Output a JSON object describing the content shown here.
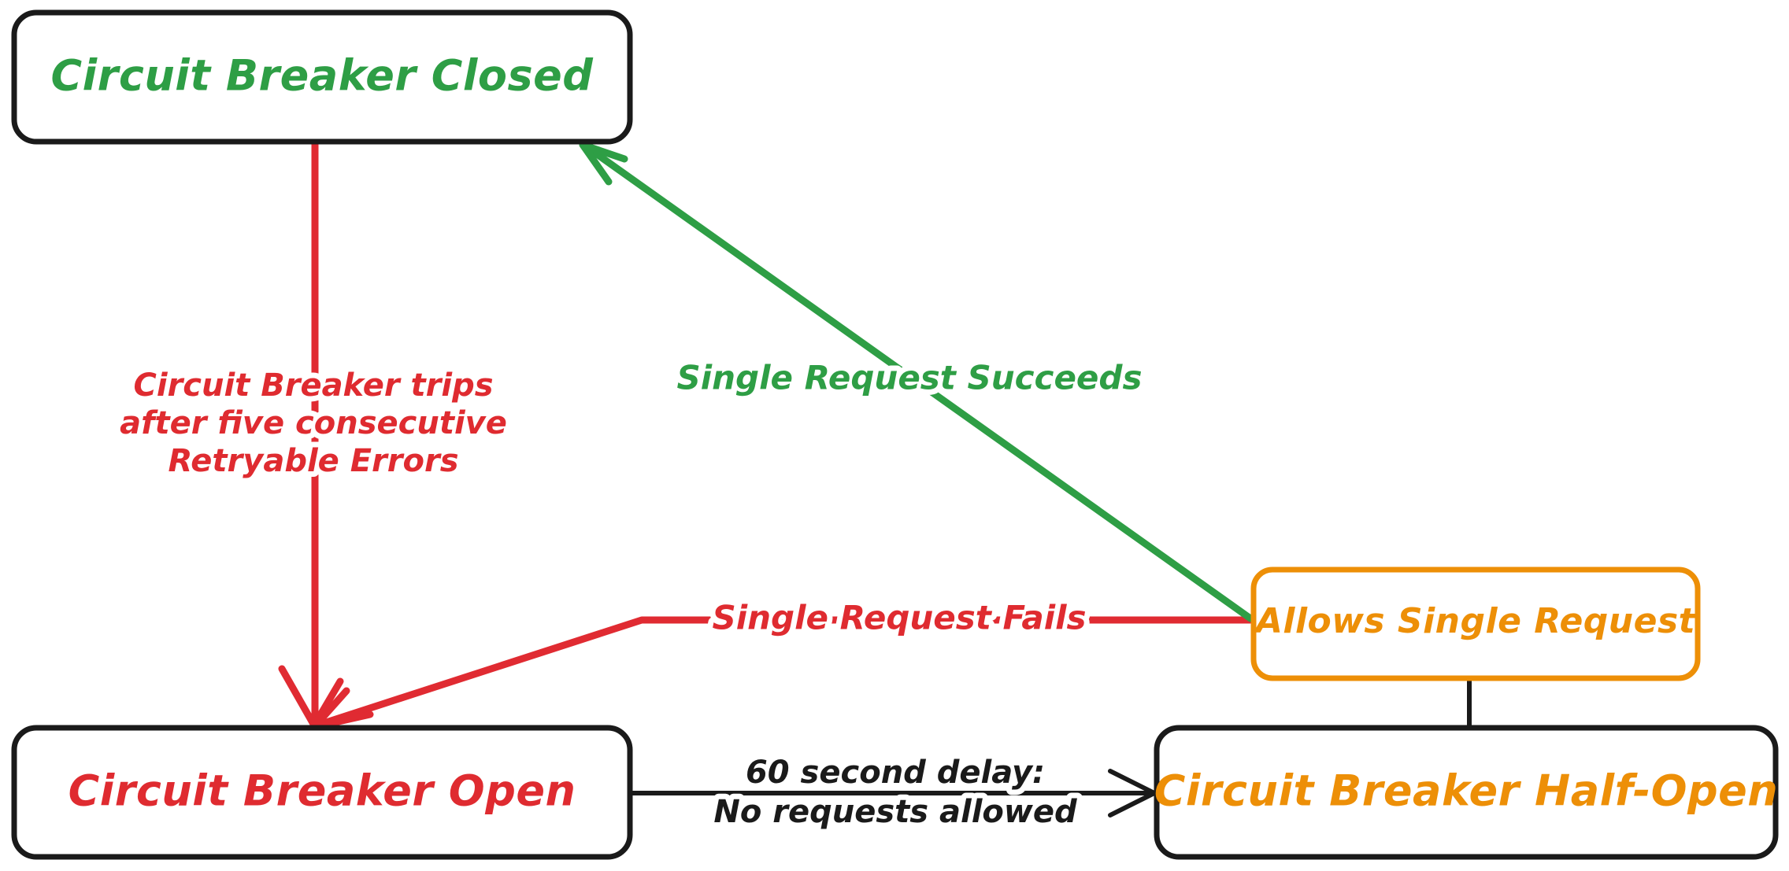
{
  "diagram": {
    "type": "state-diagram",
    "title": "Circuit Breaker State Diagram",
    "background_color": "#ffffff",
    "colors": {
      "green": "#2E9E45",
      "red": "#DF2B30",
      "orange": "#ED8F07",
      "black": "#1a1a1a",
      "node_fill": "#ffffff"
    },
    "nodes": [
      {
        "id": "closed",
        "label": "Circuit Breaker Closed",
        "text_color": "#2E9E45",
        "border_color": "#1a1a1a"
      },
      {
        "id": "open",
        "label": "Circuit Breaker Open",
        "text_color": "#DF2B30",
        "border_color": "#1a1a1a"
      },
      {
        "id": "half_open",
        "label": "Circuit Breaker Half-Open",
        "text_color": "#ED8F07",
        "border_color": "#1a1a1a"
      },
      {
        "id": "allows_single_request",
        "label": "Allows Single Request",
        "text_color": "#ED8F07",
        "border_color": "#ED8F07"
      }
    ],
    "edges": [
      {
        "id": "closed-to-open",
        "from": "closed",
        "to": "open",
        "color": "#E02B32",
        "label_lines": [
          "Circuit Breaker trips",
          "after five consecutive",
          "Retryable Errors"
        ]
      },
      {
        "id": "allows-to-closed",
        "from": "allows_single_request",
        "to": "closed",
        "color": "#2E9E45",
        "label_lines": [
          "Single Request Succeeds"
        ]
      },
      {
        "id": "allows-to-open",
        "from": "allows_single_request",
        "to": "open",
        "color": "#E02B32",
        "label_lines": [
          "Single Request Fails"
        ]
      },
      {
        "id": "open-to-half-open",
        "from": "open",
        "to": "half_open",
        "color": "#1a1a1a",
        "label_lines": [
          "60 second delay:",
          "No requests allowed"
        ]
      },
      {
        "id": "half-open-to-allows",
        "from": "half_open",
        "to": "allows_single_request",
        "color": "#1a1a1a",
        "label_lines": []
      }
    ]
  }
}
